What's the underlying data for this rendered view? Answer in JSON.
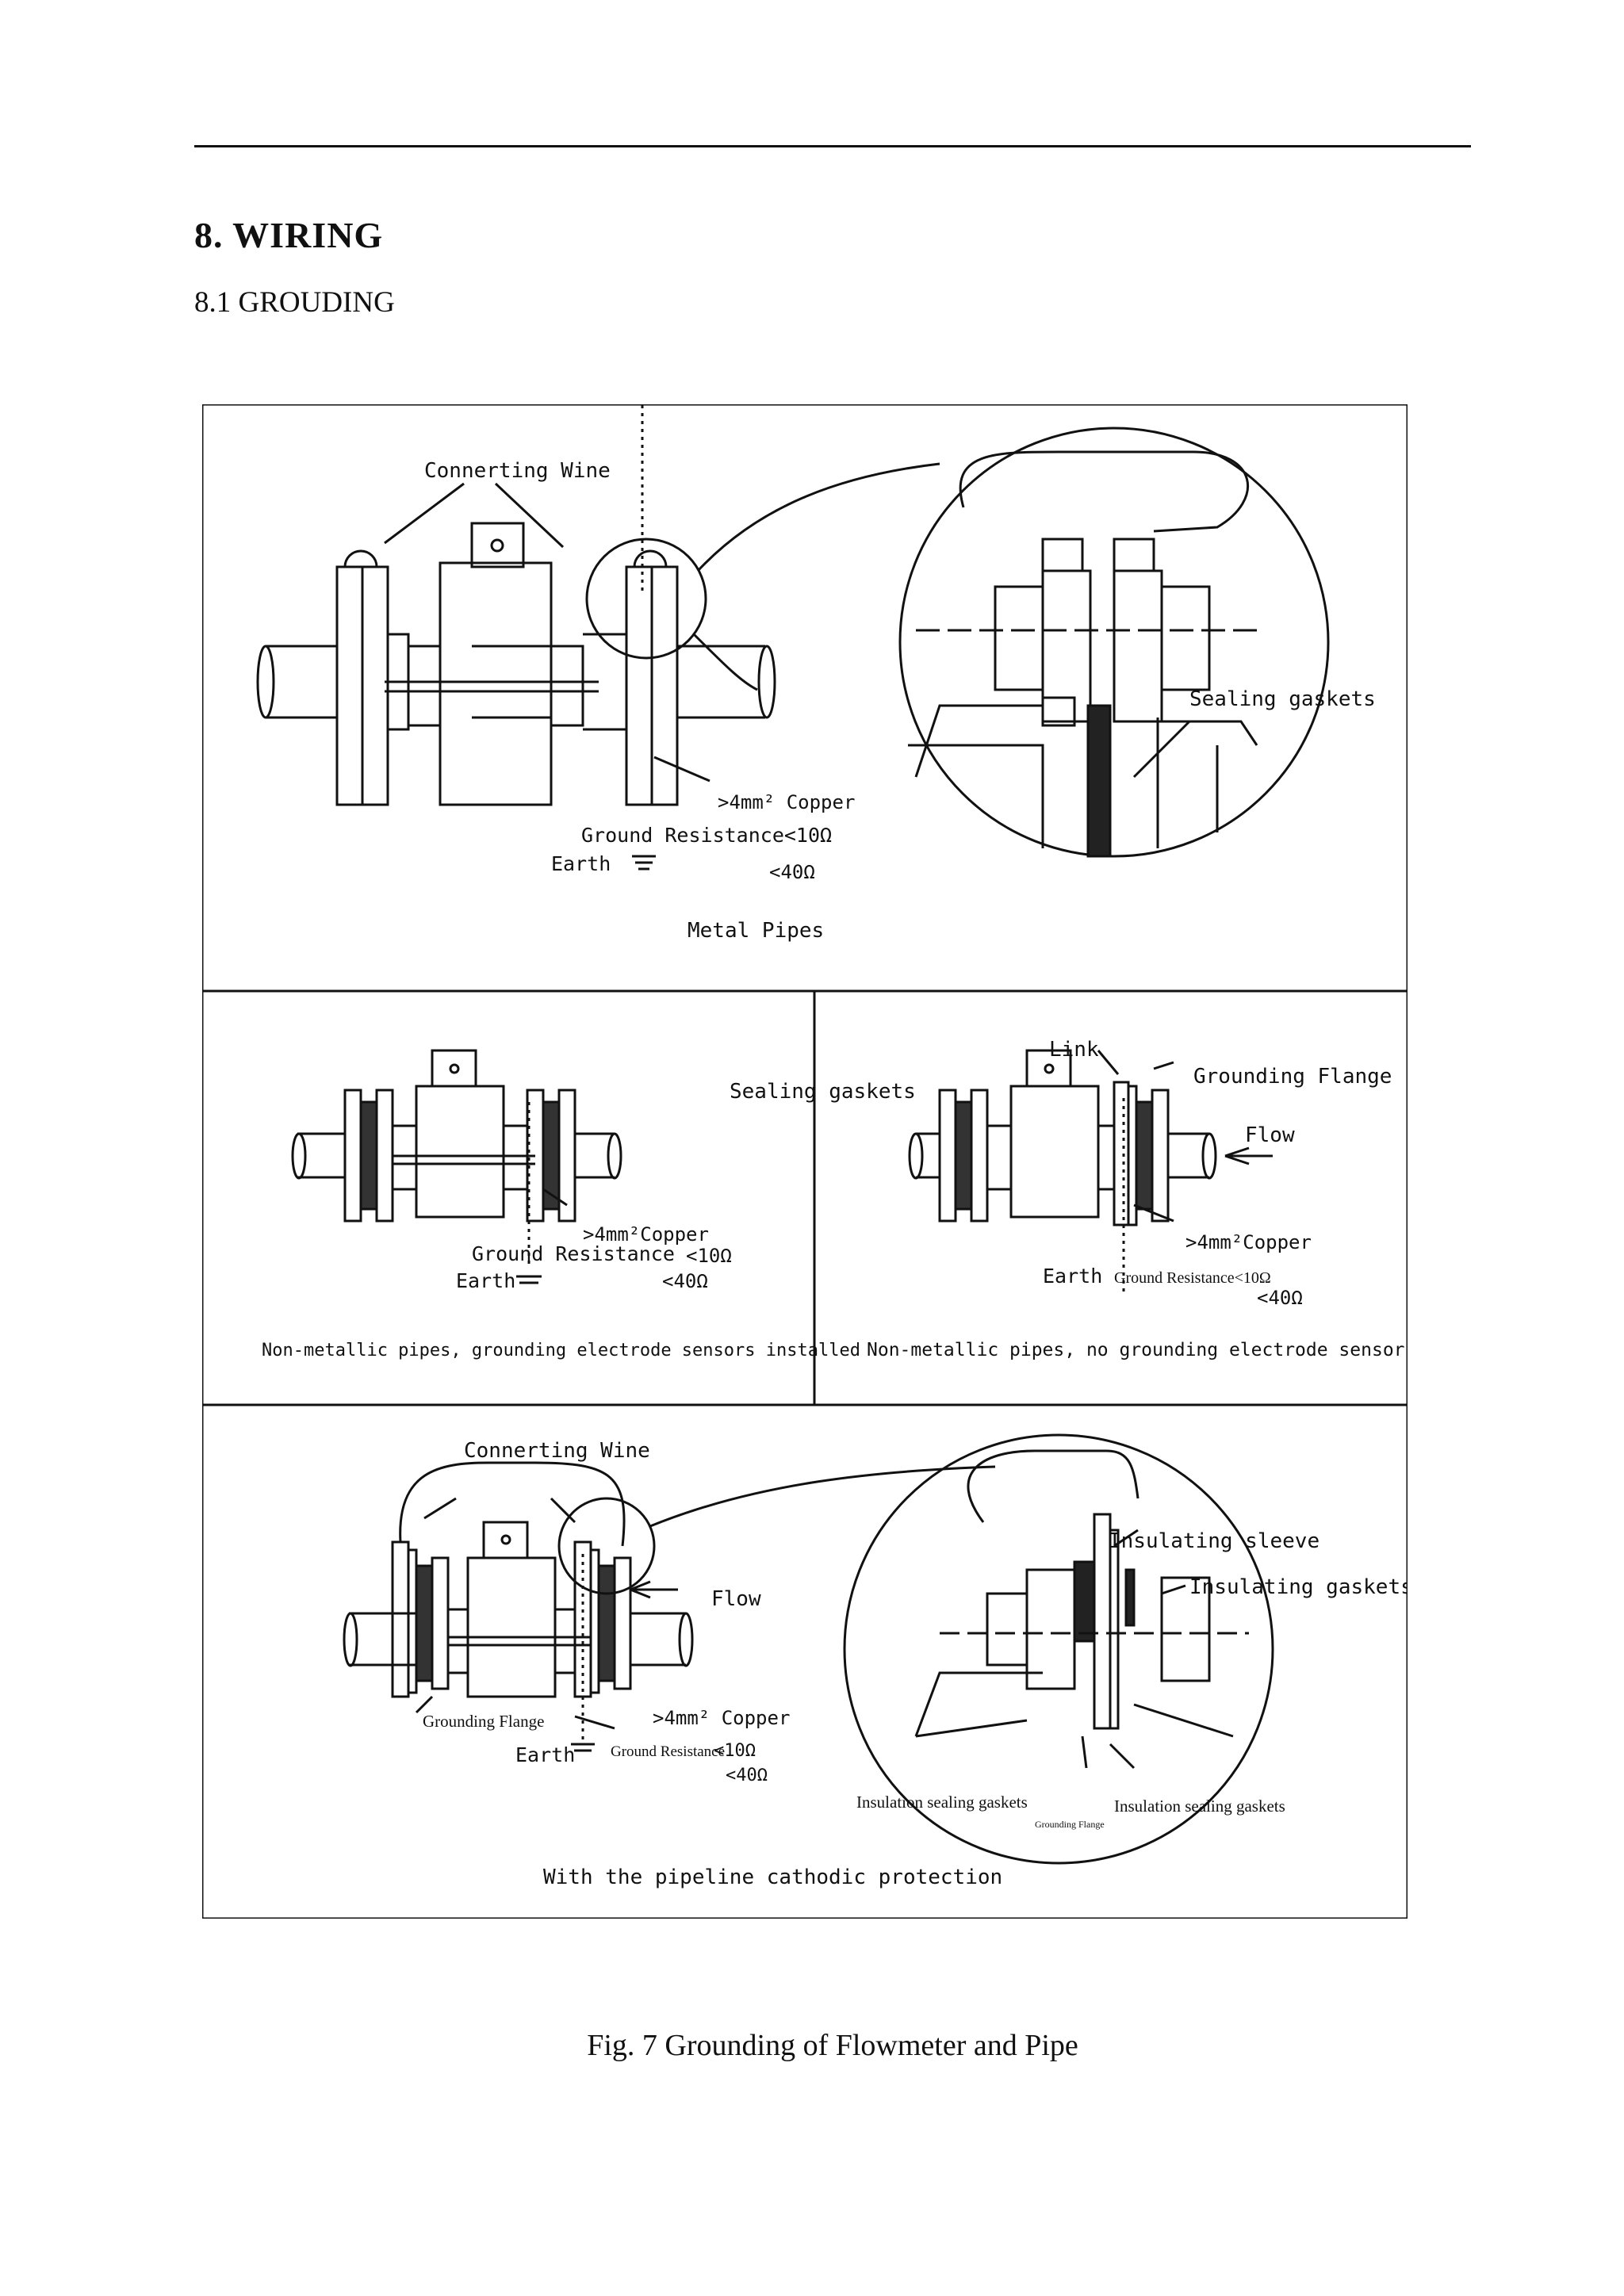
{
  "header": {
    "section_title": "8.  WIRING",
    "subsection_title": "8.1 GROUDING"
  },
  "figure": {
    "caption": "Fig. 7 Grounding of Flowmeter and Pipe",
    "panel_metal": {
      "label_connecting_wire": "Connerting Wine",
      "label_sealing_gaskets": "Sealing gaskets",
      "label_copper": ">4mm² Copper",
      "label_ground_resistance": "Ground Resistance<10Ω",
      "label_earth": "Earth",
      "label_40": "<40Ω",
      "title": "Metal Pipes"
    },
    "panel_nonmetal_sensors": {
      "label_sealing_gaskets": "Sealing gaskets",
      "label_copper": ">4mm²Copper",
      "label_ground_resistance": "Ground Resistance",
      "label_10": "<10Ω",
      "label_earth": "Earth",
      "label_40": "<40Ω",
      "title": "Non-metallic pipes, grounding electrode sensors installed"
    },
    "panel_nonmetal_no_sensors": {
      "label_link": "Link",
      "label_grounding_flange": "Grounding Flange",
      "label_flow": "Flow",
      "label_copper": ">4mm²Copper",
      "label_earth": "Earth",
      "label_ground_resistance": "Ground Resistance<10Ω",
      "label_40": "<40Ω",
      "title": "Non-metallic pipes, no grounding electrode sensors"
    },
    "panel_cathodic": {
      "label_connecting_wire": "Connerting Wine",
      "label_flow": "Flow",
      "label_grounding_flange": "Grounding Flange",
      "label_copper": ">4mm² Copper",
      "label_earth": "Earth",
      "label_ground_resistance": "Ground Resistance",
      "label_10": "<10Ω",
      "label_40": "<40Ω",
      "label_insulating_sleeve": "Insulating sleeve",
      "label_insulating_gaskets": "Insulating gaskets",
      "label_insulation_sealing_left": "Insulation sealing gaskets",
      "label_insulation_sealing_right": "Insulation sealing gaskets",
      "label_grounding_flange_small": "Grounding Flange",
      "title": "With the pipeline cathodic protection"
    }
  }
}
